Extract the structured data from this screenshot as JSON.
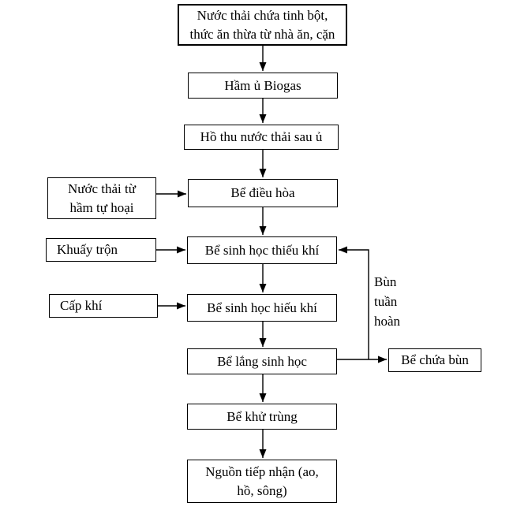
{
  "diagram": {
    "nodes": {
      "source": [
        "Nước thải chứa tinh bột,",
        "thức ăn thừa từ nhà ăn, cặn"
      ],
      "biogas": "Hầm ủ Biogas",
      "collect": "Hồ thu nước thải sau ủ",
      "equalization": "Bể điều hòa",
      "anoxic": "Bể sinh học thiếu khí",
      "aerobic": "Bể sinh học hiếu khí",
      "settling": "Bể lắng sinh học",
      "disinfection": "Bể khử trùng",
      "receiving": [
        "Nguồn tiếp nhận (ao,",
        "hồ, sông)"
      ],
      "septic": [
        "Nước thải từ",
        "hầm tự hoại"
      ],
      "mixing": "Khuấy trộn",
      "air_supply": "Cấp khí",
      "sludge_tank": "Bể chứa bùn"
    },
    "labels": {
      "sludge_recirculation": [
        "Bùn",
        "tuần",
        "hoàn"
      ]
    },
    "colors": {
      "line": "#000000",
      "text": "#000000",
      "background": "#ffffff"
    }
  }
}
